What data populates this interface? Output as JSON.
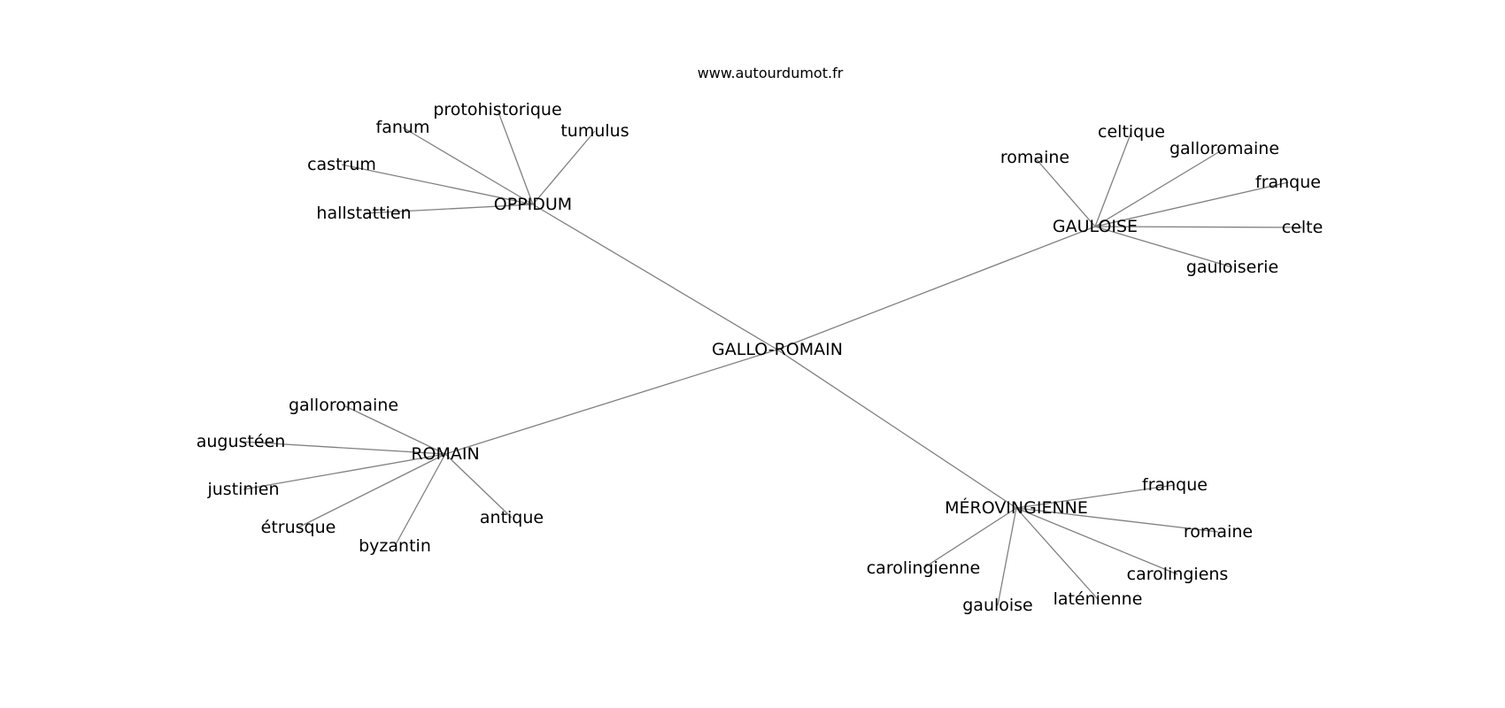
{
  "site": "www.autourdumot.fr",
  "graph": {
    "root": {
      "id": "gallo-romain",
      "label": "GALLO-ROMAIN"
    },
    "hubs": [
      {
        "id": "oppidum",
        "label": "OPPIDUM",
        "children": [
          "protohistorique",
          "fanum",
          "tumulus",
          "castrum",
          "hallstattien"
        ]
      },
      {
        "id": "gauloise",
        "label": "GAULOISE",
        "children": [
          "celtique",
          "romaine",
          "galloromaine",
          "franque",
          "celte",
          "gauloiserie"
        ]
      },
      {
        "id": "romain",
        "label": "ROMAIN",
        "children": [
          "galloromaine",
          "augustéen",
          "justinien",
          "étrusque",
          "byzantin",
          "antique"
        ]
      },
      {
        "id": "merovingienne",
        "label": "MÉROVINGIENNE",
        "children": [
          "franque",
          "romaine",
          "carolingienne",
          "carolingiens",
          "gauloise",
          "laténienne"
        ]
      }
    ]
  }
}
